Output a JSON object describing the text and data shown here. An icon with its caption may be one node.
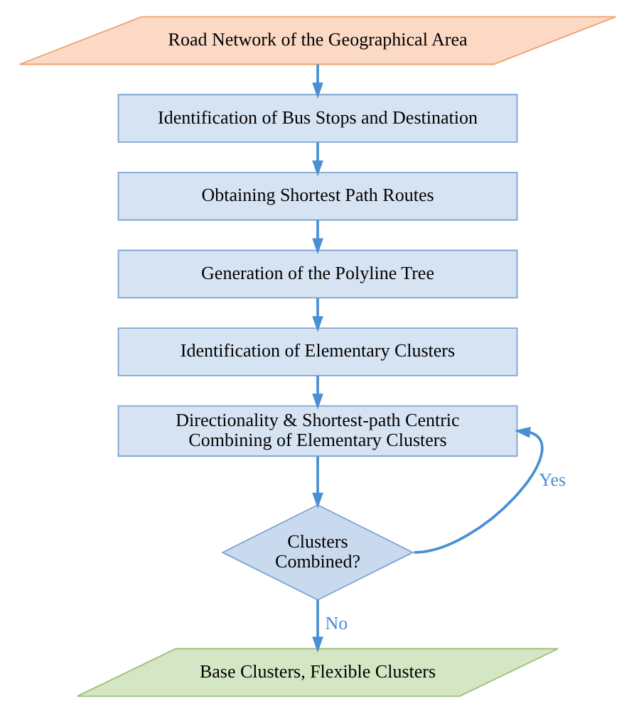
{
  "diagram": {
    "nodes": [
      {
        "text": [
          "Road Network of the Geographical Area"
        ]
      },
      {
        "text": [
          "Identification of Bus Stops and Destination"
        ]
      },
      {
        "text": [
          "Obtaining Shortest Path Routes"
        ]
      },
      {
        "text": [
          "Generation of the Polyline Tree"
        ]
      },
      {
        "text": [
          "Identification of Elementary Clusters"
        ]
      },
      {
        "text": [
          "Directionality & Shortest-path Centric Combining of Elementary Clusters"
        ]
      },
      {
        "text": [
          "Clusters Combined?"
        ]
      },
      {
        "text": [
          "Base Clusters, Flexible Clusters"
        ]
      }
    ],
    "edges": [
      {
        "from": 0,
        "to": 1,
        "arrow": "to"
      },
      {
        "from": 1,
        "to": 2,
        "arrow": "to"
      },
      {
        "from": 2,
        "to": 3,
        "arrow": "to"
      },
      {
        "from": 3,
        "to": 4,
        "arrow": "to"
      },
      {
        "from": 4,
        "to": 5,
        "arrow": "to"
      },
      {
        "from": 5,
        "to": 6,
        "arrow": "to"
      },
      {
        "from": 6,
        "to": 5,
        "arrow": "to",
        "label": "Yes"
      },
      {
        "from": 6,
        "to": 7,
        "arrow": "to",
        "label": "No"
      }
    ]
  }
}
